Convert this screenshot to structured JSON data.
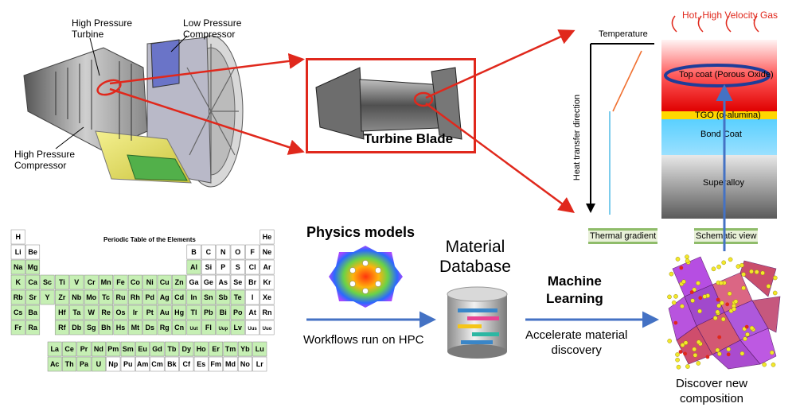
{
  "engine": {
    "hp_turbine": "High Pressure\nTurbine",
    "lp_compressor": "Low Pressure\nCompressor",
    "hp_compressor": "High Pressure\nCompressor"
  },
  "blade": {
    "label": "Turbine Blade"
  },
  "gradient": {
    "temperature": "Temperature",
    "heat_dir": "Heat transfer direction",
    "caption": "Thermal gradient"
  },
  "tbc": {
    "gas": "Hot, High Velocity Gas",
    "top_coat": "Top coat (Porous Oxide)",
    "tgo": "TGO (α-alumina)",
    "bond": "Bond Coat",
    "superalloy": "Superalloy",
    "caption": "Schematic view"
  },
  "periodic": {
    "title": "Periodic Table of the Elements",
    "rows": [
      [
        "H",
        "",
        "",
        "",
        "",
        "",
        "",
        "",
        "",
        "",
        "",
        "",
        "",
        "",
        "",
        "",
        "",
        "He"
      ],
      [
        "Li",
        "Be",
        "",
        "",
        "",
        "",
        "",
        "",
        "",
        "",
        "",
        "",
        "B",
        "C",
        "N",
        "O",
        "F",
        "Ne"
      ],
      [
        "Na",
        "Mg",
        "",
        "",
        "",
        "",
        "",
        "",
        "",
        "",
        "",
        "",
        "Al",
        "Si",
        "P",
        "S",
        "Cl",
        "Ar"
      ],
      [
        "K",
        "Ca",
        "Sc",
        "Ti",
        "V",
        "Cr",
        "Mn",
        "Fe",
        "Co",
        "Ni",
        "Cu",
        "Zn",
        "Ga",
        "Ge",
        "As",
        "Se",
        "Br",
        "Kr"
      ],
      [
        "Rb",
        "Sr",
        "Y",
        "Zr",
        "Nb",
        "Mo",
        "Tc",
        "Ru",
        "Rh",
        "Pd",
        "Ag",
        "Cd",
        "In",
        "Sn",
        "Sb",
        "Te",
        "I",
        "Xe"
      ],
      [
        "Cs",
        "Ba",
        "",
        "Hf",
        "Ta",
        "W",
        "Re",
        "Os",
        "Ir",
        "Pt",
        "Au",
        "Hg",
        "Tl",
        "Pb",
        "Bi",
        "Po",
        "At",
        "Rn"
      ],
      [
        "Fr",
        "Ra",
        "",
        "Rf",
        "Db",
        "Sg",
        "Bh",
        "Hs",
        "Mt",
        "Ds",
        "Rg",
        "Cn",
        "Uut",
        "Fl",
        "Uup",
        "Lv",
        "Uus",
        "Uuo"
      ]
    ],
    "lanthanides": [
      "La",
      "Ce",
      "Pr",
      "Nd",
      "Pm",
      "Sm",
      "Eu",
      "Gd",
      "Tb",
      "Dy",
      "Ho",
      "Er",
      "Tm",
      "Yb",
      "Lu"
    ],
    "actinides": [
      "Ac",
      "Th",
      "Pa",
      "U",
      "Np",
      "Pu",
      "Am",
      "Cm",
      "Bk",
      "Cf",
      "Es",
      "Fm",
      "Md",
      "No",
      "Lr"
    ]
  },
  "workflow": {
    "physics": "Physics models",
    "hpc": "Workflows run on HPC",
    "database": "Material\nDatabase",
    "ml": "Machine\nLearning",
    "accelerate": "Accelerate material\ndiscovery",
    "discover": "Discover new\ncomposition"
  },
  "colors": {
    "arrow_red": "#e0281c",
    "arrow_blue": "#4472c4",
    "table_green": "#c6efb4"
  }
}
